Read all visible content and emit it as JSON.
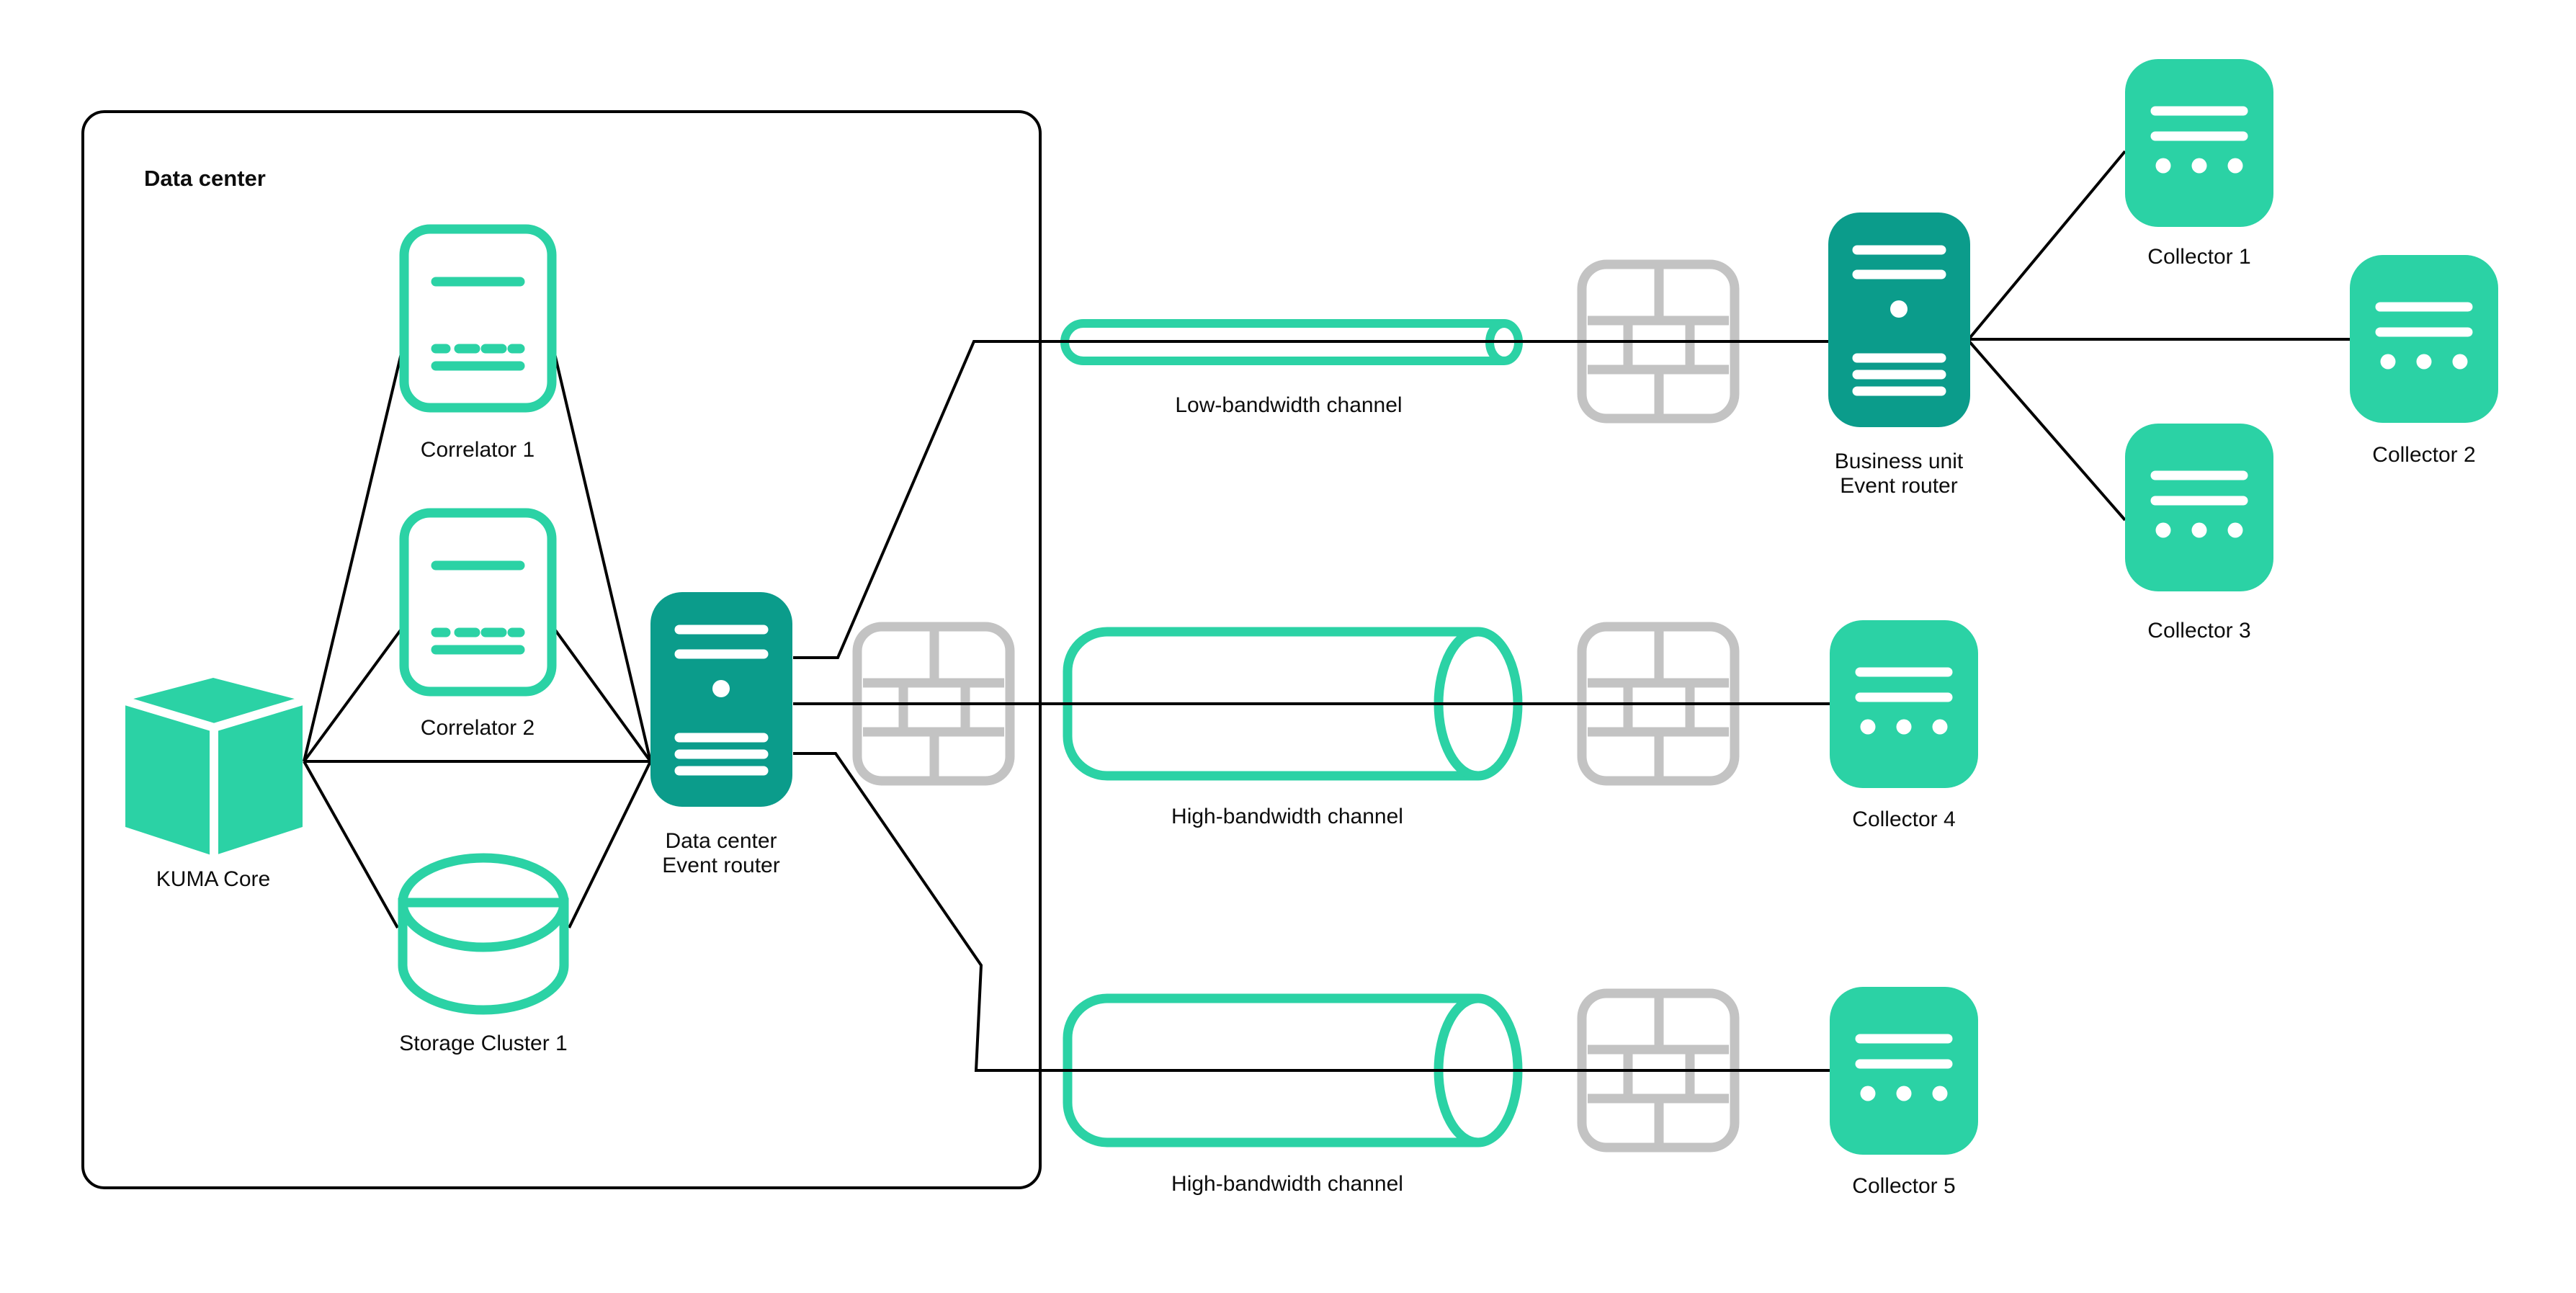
{
  "title": "Data center",
  "colors": {
    "teal_light": "#2bd2a5",
    "teal_dark": "#0b9c8b",
    "firewall_gray": "#c3c3c3",
    "connector_black": "#000000",
    "background": "#ffffff"
  },
  "icons": {
    "kuma_core": "cube-icon",
    "correlator": "document-card-icon",
    "storage": "database-cylinder-icon",
    "event_router": "server-tower-icon",
    "collector": "collector-card-icon",
    "firewall": "brick-wall-icon",
    "channel": "pipe-cylinder-icon"
  },
  "nodes": {
    "kuma_core": {
      "label": "KUMA Core"
    },
    "correlator_1": {
      "label": "Correlator 1"
    },
    "correlator_2": {
      "label": "Correlator 2"
    },
    "storage_cluster_1": {
      "label": "Storage Cluster 1"
    },
    "dc_event_router": {
      "label_line1": "Data center",
      "label_line2": "Event router"
    },
    "bu_event_router": {
      "label_line1": "Business unit",
      "label_line2": "Event router"
    },
    "low_bandwidth_channel": {
      "label": "Low-bandwidth channel"
    },
    "high_bandwidth_channel_1": {
      "label": "High-bandwidth channel"
    },
    "high_bandwidth_channel_2": {
      "label": "High-bandwidth channel"
    },
    "collector_1": {
      "label": "Collector 1"
    },
    "collector_2": {
      "label": "Collector 2"
    },
    "collector_3": {
      "label": "Collector 3"
    },
    "collector_4": {
      "label": "Collector 4"
    },
    "collector_5": {
      "label": "Collector 5"
    }
  },
  "edges": [
    "KUMA Core - Correlator 1",
    "KUMA Core - Correlator 2",
    "KUMA Core - Storage Cluster 1",
    "KUMA Core - Data center Event router",
    "Correlator 1 - Data center Event router",
    "Correlator 2 - Data center Event router",
    "Storage Cluster 1 - Data center Event router",
    "Data center Event router - Low-bandwidth channel - firewall - Business unit Event router",
    "Data center Event router - High-bandwidth channel - firewall - Collector 4",
    "Data center Event router - High-bandwidth channel - firewall - Collector 5",
    "Business unit Event router - Collector 1",
    "Business unit Event router - Collector 2",
    "Business unit Event router - Collector 3"
  ]
}
